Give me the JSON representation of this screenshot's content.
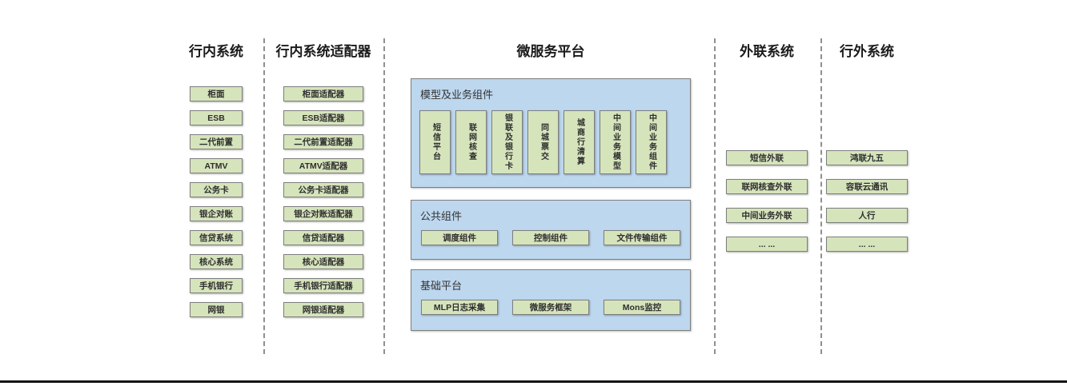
{
  "columns": {
    "internal": {
      "title": "行内系统",
      "items": [
        "柜面",
        "ESB",
        "二代前置",
        "ATMV",
        "公务卡",
        "银企对账",
        "信贷系统",
        "核心系统",
        "手机银行",
        "网银"
      ]
    },
    "adapters": {
      "title": "行内系统适配器",
      "items": [
        "柜面适配器",
        "ESB适配器",
        "二代前置适配器",
        "ATMV适配器",
        "公务卡适配器",
        "银企对账适配器",
        "信贷适配器",
        "核心适配器",
        "手机银行适配器",
        "网银适配器"
      ]
    },
    "outlink": {
      "title": "外联系统",
      "items": [
        "短信外联",
        "联网核查外联",
        "中间业务外联",
        "... ..."
      ]
    },
    "external": {
      "title": "行外系统",
      "items": [
        "鸿联九五",
        "容联云通讯",
        "人行",
        "... ..."
      ]
    }
  },
  "platform": {
    "title": "微服务平台",
    "model_group": {
      "label": "模型及业务组件",
      "items": [
        "短信平台",
        "联网核查",
        "银联及银行卡",
        "同城票交",
        "城商行清算",
        "中间业务模型",
        "中间业务组件"
      ]
    },
    "common_group": {
      "label": "公共组件",
      "items": [
        "调度组件",
        "控制组件",
        "文件传输组件"
      ]
    },
    "base_group": {
      "label": "基础平台",
      "items": [
        "MLP日志采集",
        "微服务框架",
        "Mons监控"
      ]
    }
  },
  "colors": {
    "green_box": "#d6e4bc",
    "blue_panel": "#bdd7ee",
    "box_border": "#7e7e7e",
    "dashed_line": "#8f8f8f",
    "bottom_rule": "#141414"
  }
}
